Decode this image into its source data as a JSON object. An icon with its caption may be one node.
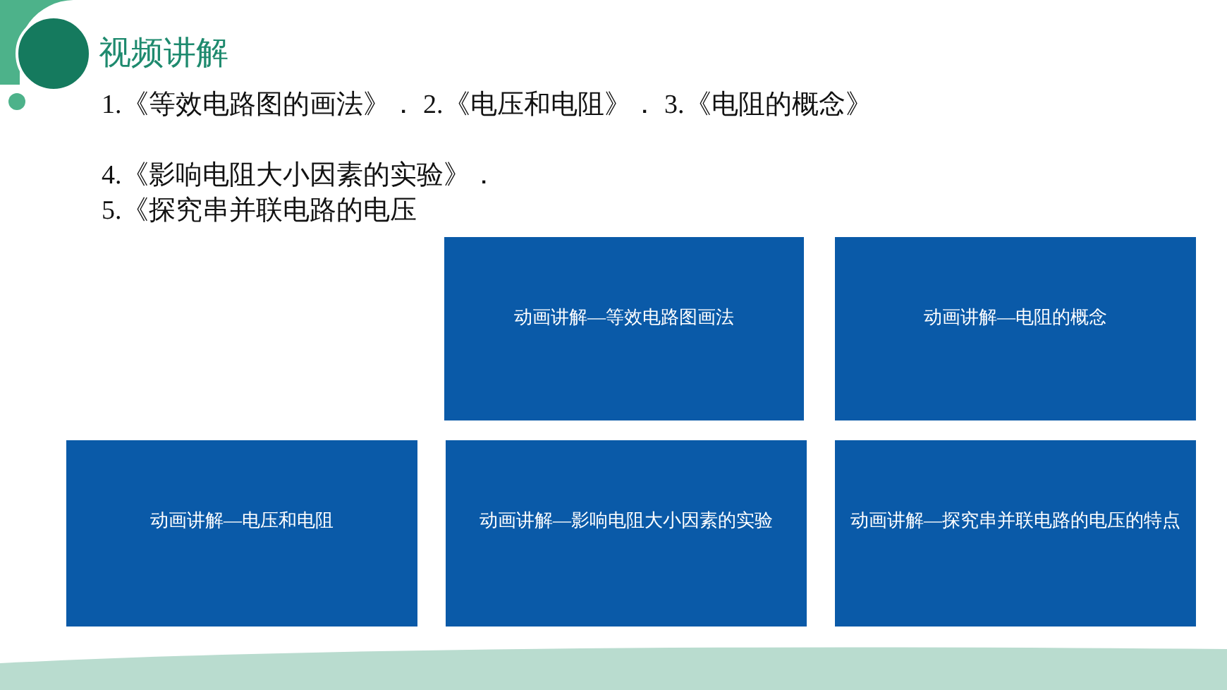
{
  "diagram": {
    "title": "视频讲解",
    "nodes": [
      {
        "text": [
          "动画讲解—等效电路图画法"
        ]
      },
      {
        "text": [
          "动画讲解—电阻的概念"
        ]
      },
      {
        "text": [
          "动画讲解—电压和电阻"
        ]
      },
      {
        "text": [
          "动画讲解—影响电阻大小因素的实验"
        ]
      },
      {
        "text": [
          "动画讲解—探究串并联电路的电压的特点"
        ]
      }
    ],
    "labels": [
      "1.《等效电路图的画法》． 2.《电压和电阻》． 3.《电阻的概念》",
      "4.《影响电阻大小因素的实验》．",
      "5.《探究串并联电路的电压"
    ]
  }
}
